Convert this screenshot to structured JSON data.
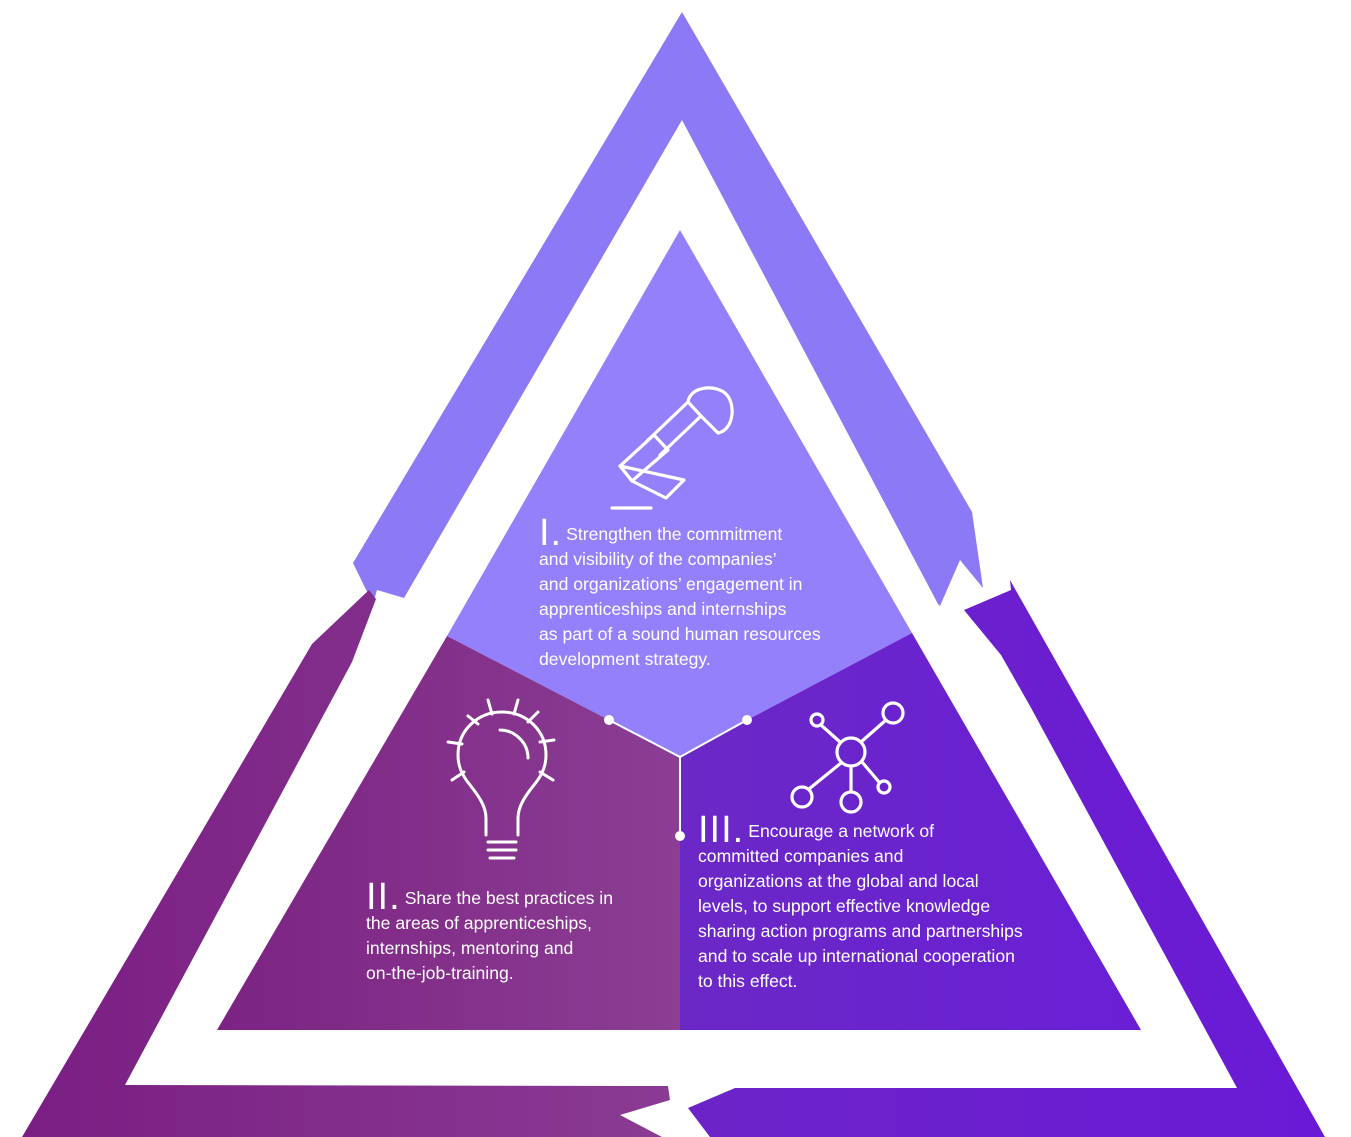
{
  "colors": {
    "outer_top": "#8C79F6",
    "outer_left": "#7B1F86",
    "outer_right": "#6A1ED8",
    "inner_top": "#9480FA",
    "inner_left": "#7E2786",
    "inner_right": "#6A22D2",
    "connector": "#ffffff"
  },
  "icons": {
    "objective_1": "stamp-icon",
    "objective_2": "lightbulb-icon",
    "objective_3": "network-icon"
  },
  "objectives": [
    {
      "numeral": "I.",
      "lines": [
        "Strengthen the commitment",
        "and visibility of the companies’",
        "and organizations’ engagement in",
        "apprenticeships and internships",
        "as part of a sound human resources",
        "development strategy."
      ]
    },
    {
      "numeral": "II.",
      "lines": [
        "Share the best practices in",
        "the areas of apprenticeships,",
        "internships, mentoring and",
        "on-the-job-training."
      ]
    },
    {
      "numeral": "III.",
      "lines": [
        "Encourage a network of",
        "committed companies and",
        "organizations at the global and local",
        "levels, to support effective knowledge",
        "sharing action programs and partnerships",
        "and to scale up international cooperation",
        "to this effect."
      ]
    }
  ]
}
